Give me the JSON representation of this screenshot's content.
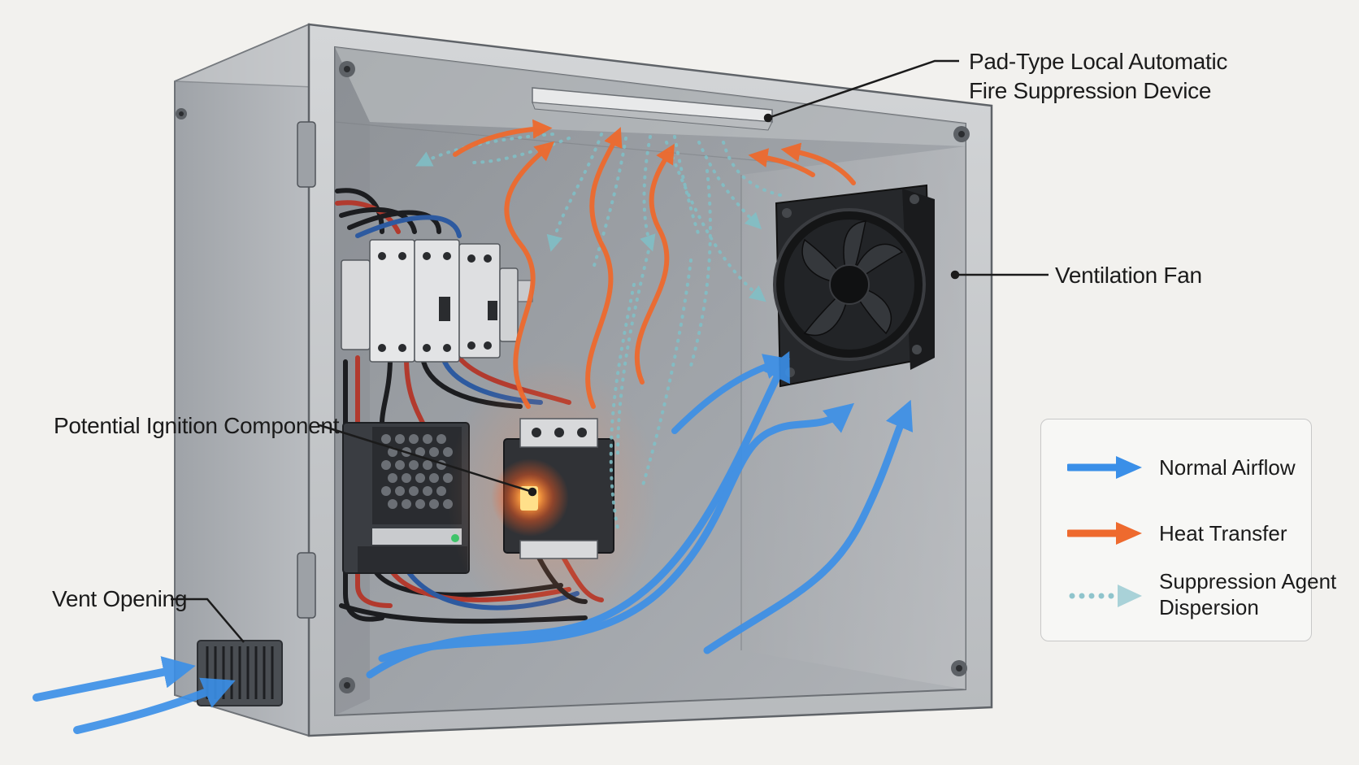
{
  "labels": {
    "fire_device_line1": "Pad-Type Local Automatic",
    "fire_device_line2": "Fire Suppression Device",
    "ventilation_fan": "Ventilation Fan",
    "ignition_component": "Potential Ignition Component",
    "vent_opening": "Vent Opening"
  },
  "legend": {
    "items": [
      {
        "label": "Normal Airflow",
        "color": "#3a8fe8",
        "style": "solid-arrow"
      },
      {
        "label": "Heat Transfer",
        "color": "#ee6a2e",
        "style": "solid-arrow"
      },
      {
        "label_line1": "Suppression Agent",
        "label_line2": "Dispersion",
        "color": "#8fc4cc",
        "style": "dotted-arrow"
      }
    ]
  },
  "colors": {
    "airflow": "#3a8fe8",
    "heat": "#ee6a2e",
    "suppression": "#7fc1c8",
    "enclosure": "#a9acb0",
    "background": "#f2f1ee"
  }
}
